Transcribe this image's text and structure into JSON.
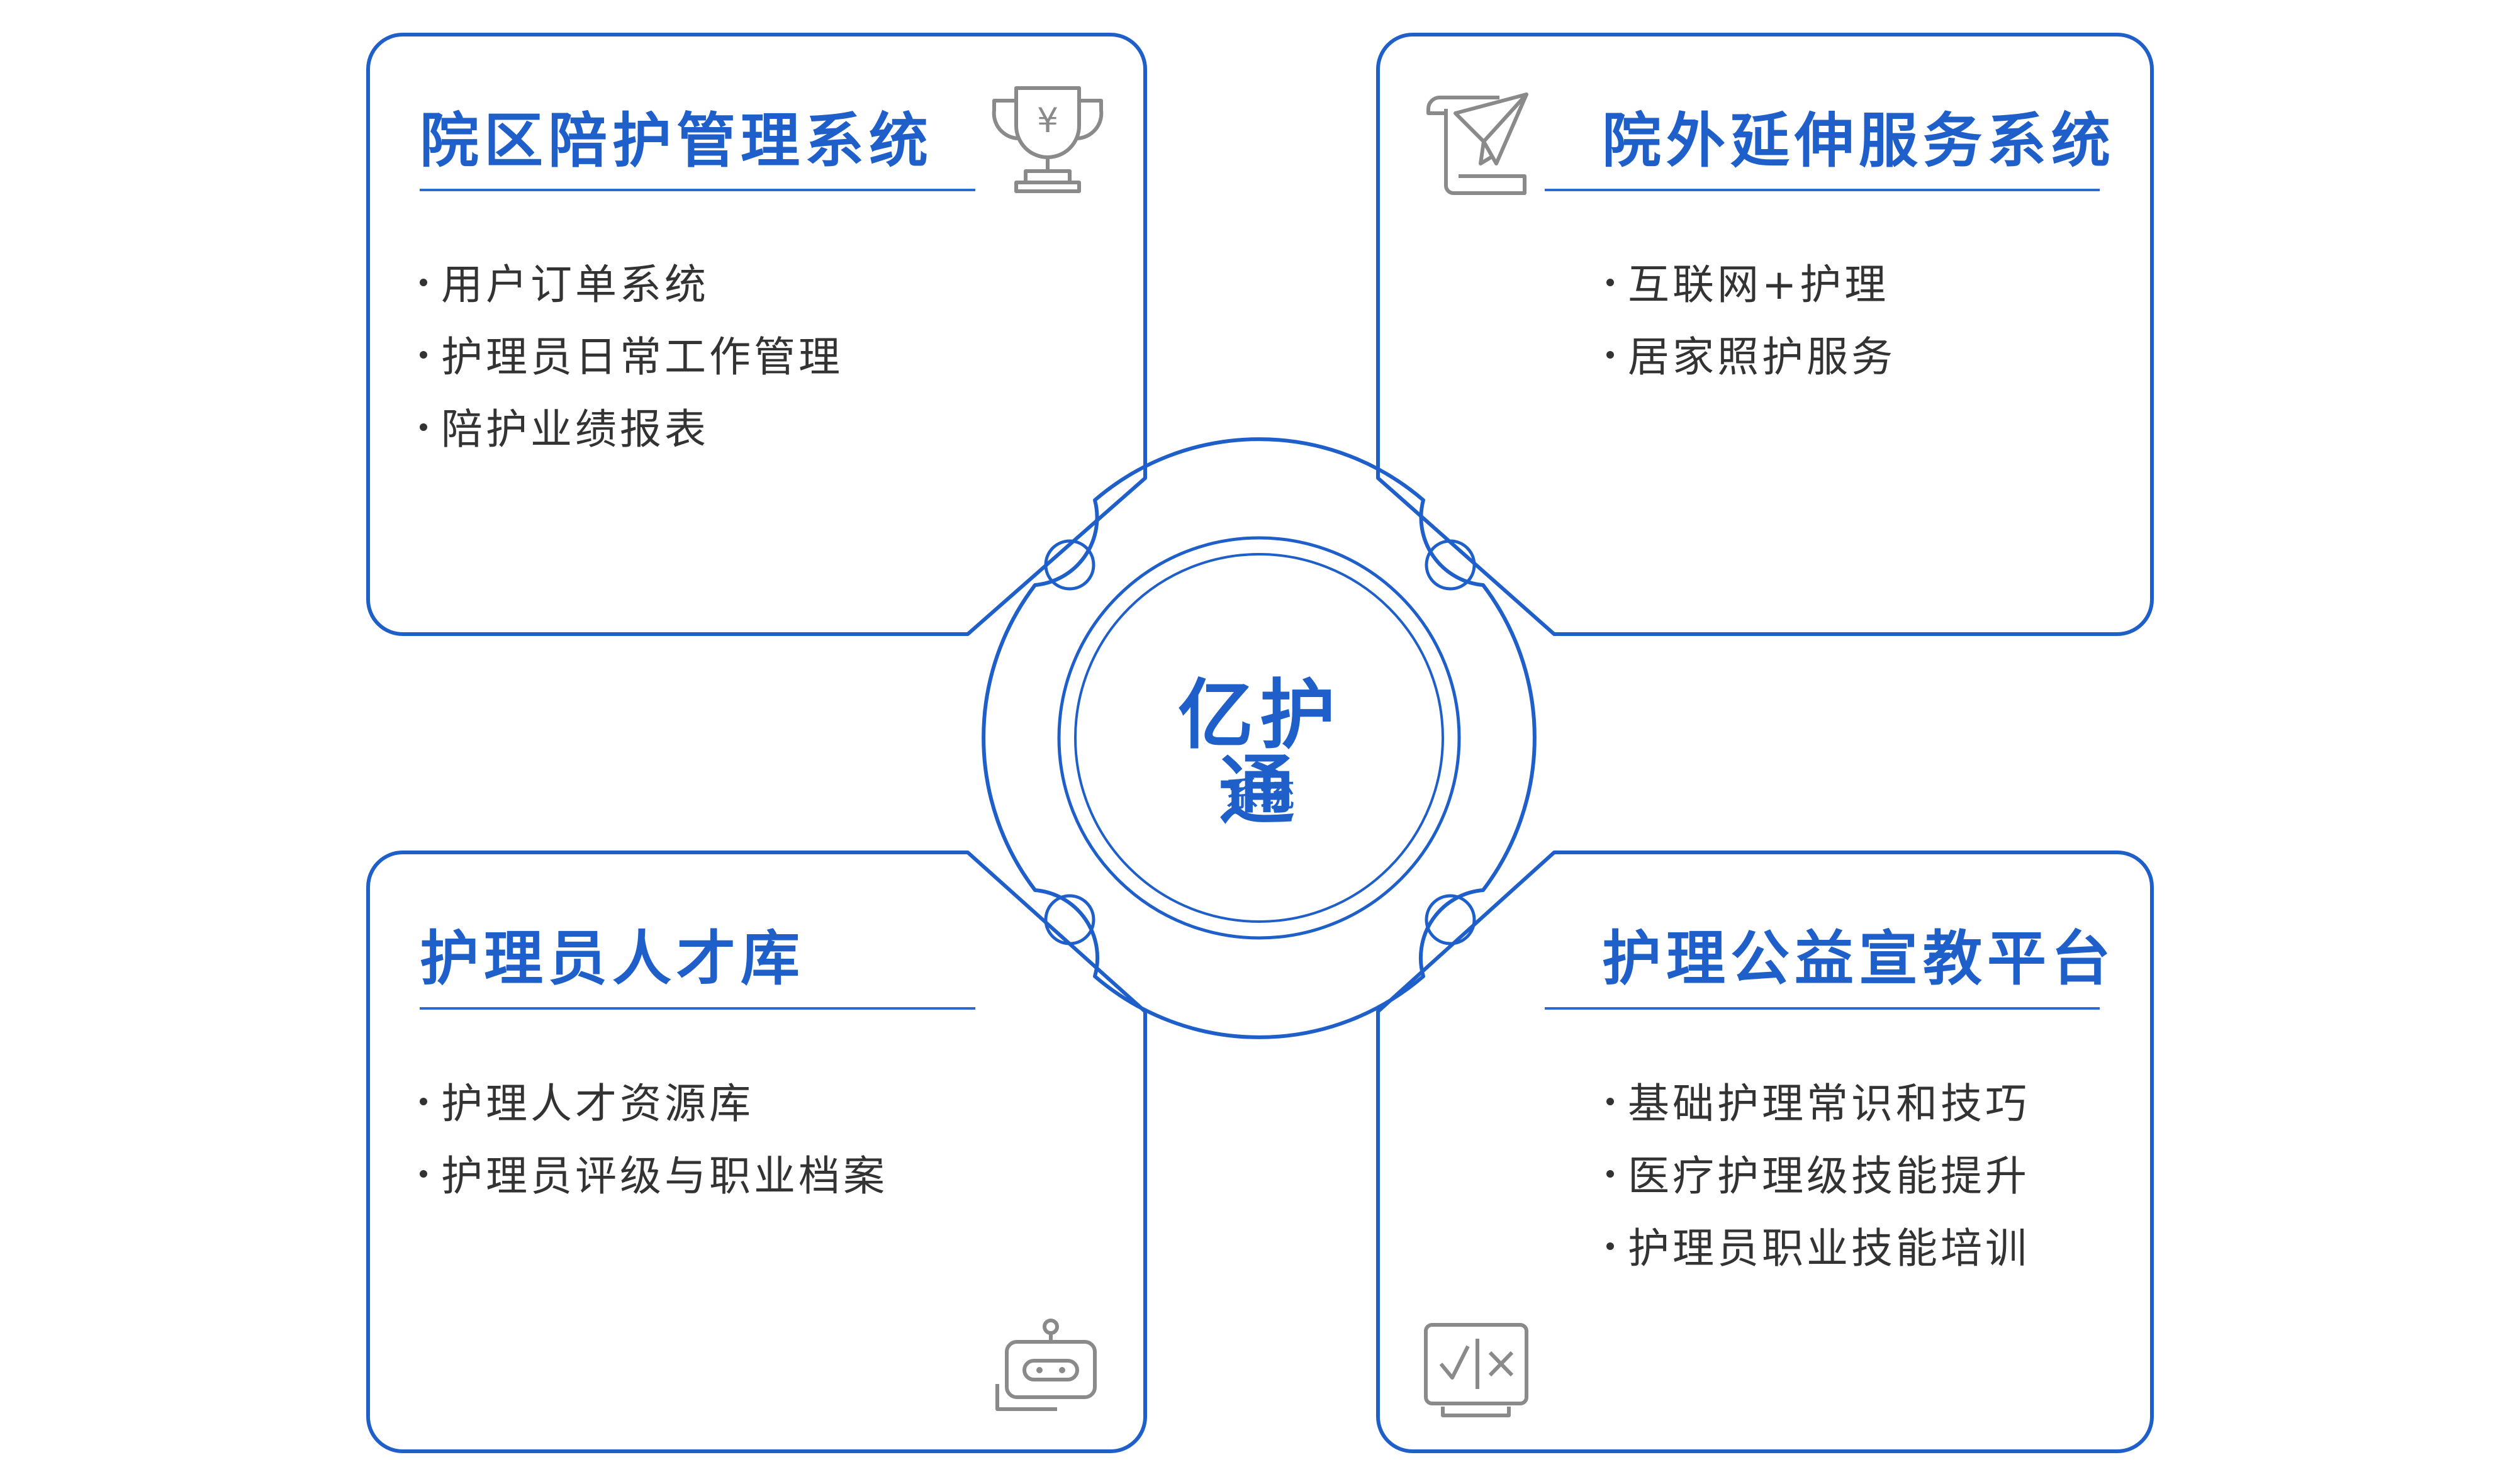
{
  "center": {
    "title": "亿护通",
    "subtitle": "系统"
  },
  "panels": {
    "top_left": {
      "title": "院区陪护管理系统",
      "items": [
        "用户订单系统",
        "护理员日常工作管理",
        "陪护业绩报表"
      ],
      "icon": "trophy-icon",
      "icon_glyph": "¥"
    },
    "top_right": {
      "title": "院外延伸服务系统",
      "items": [
        "互联网+护理",
        "居家照护服务"
      ],
      "icon": "paper-plane-scroll-icon"
    },
    "bottom_left": {
      "title": "护理员人才库",
      "items": [
        "护理人才资源库",
        "护理员评级与职业档案"
      ],
      "icon": "robot-icon"
    },
    "bottom_right": {
      "title": "护理公益宣教平台",
      "items": [
        "基础护理常识和技巧",
        "医疗护理级技能提升",
        "护理员职业技能培训"
      ],
      "icon": "check-cross-board-icon"
    }
  },
  "colors": {
    "border": "#1f5fc9",
    "title": "#1f5fc9",
    "text": "#333333",
    "icon": "#8a8a8a"
  }
}
